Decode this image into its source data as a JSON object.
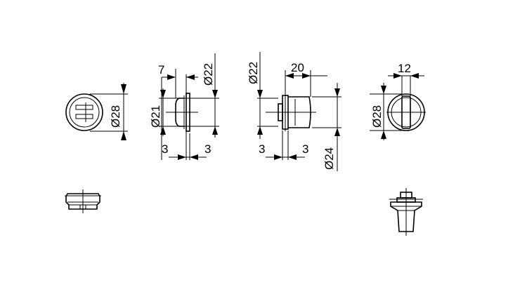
{
  "dimensions": {
    "front_left_dia": "Ø28",
    "side_left_length": "7",
    "side_left_top_dia": "Ø22",
    "side_left_body_dia": "Ø21",
    "side_left_flange_l": "3",
    "side_left_flange_r": "3",
    "side_right_top_dia": "Ø22",
    "side_right_length": "20",
    "side_right_flange_l": "3",
    "side_right_flange_r": "3",
    "side_right_bottom_dia": "Ø24",
    "front_right_dia": "Ø28",
    "front_right_width": "12"
  },
  "colors": {
    "line": "#000000",
    "background": "#ffffff"
  }
}
